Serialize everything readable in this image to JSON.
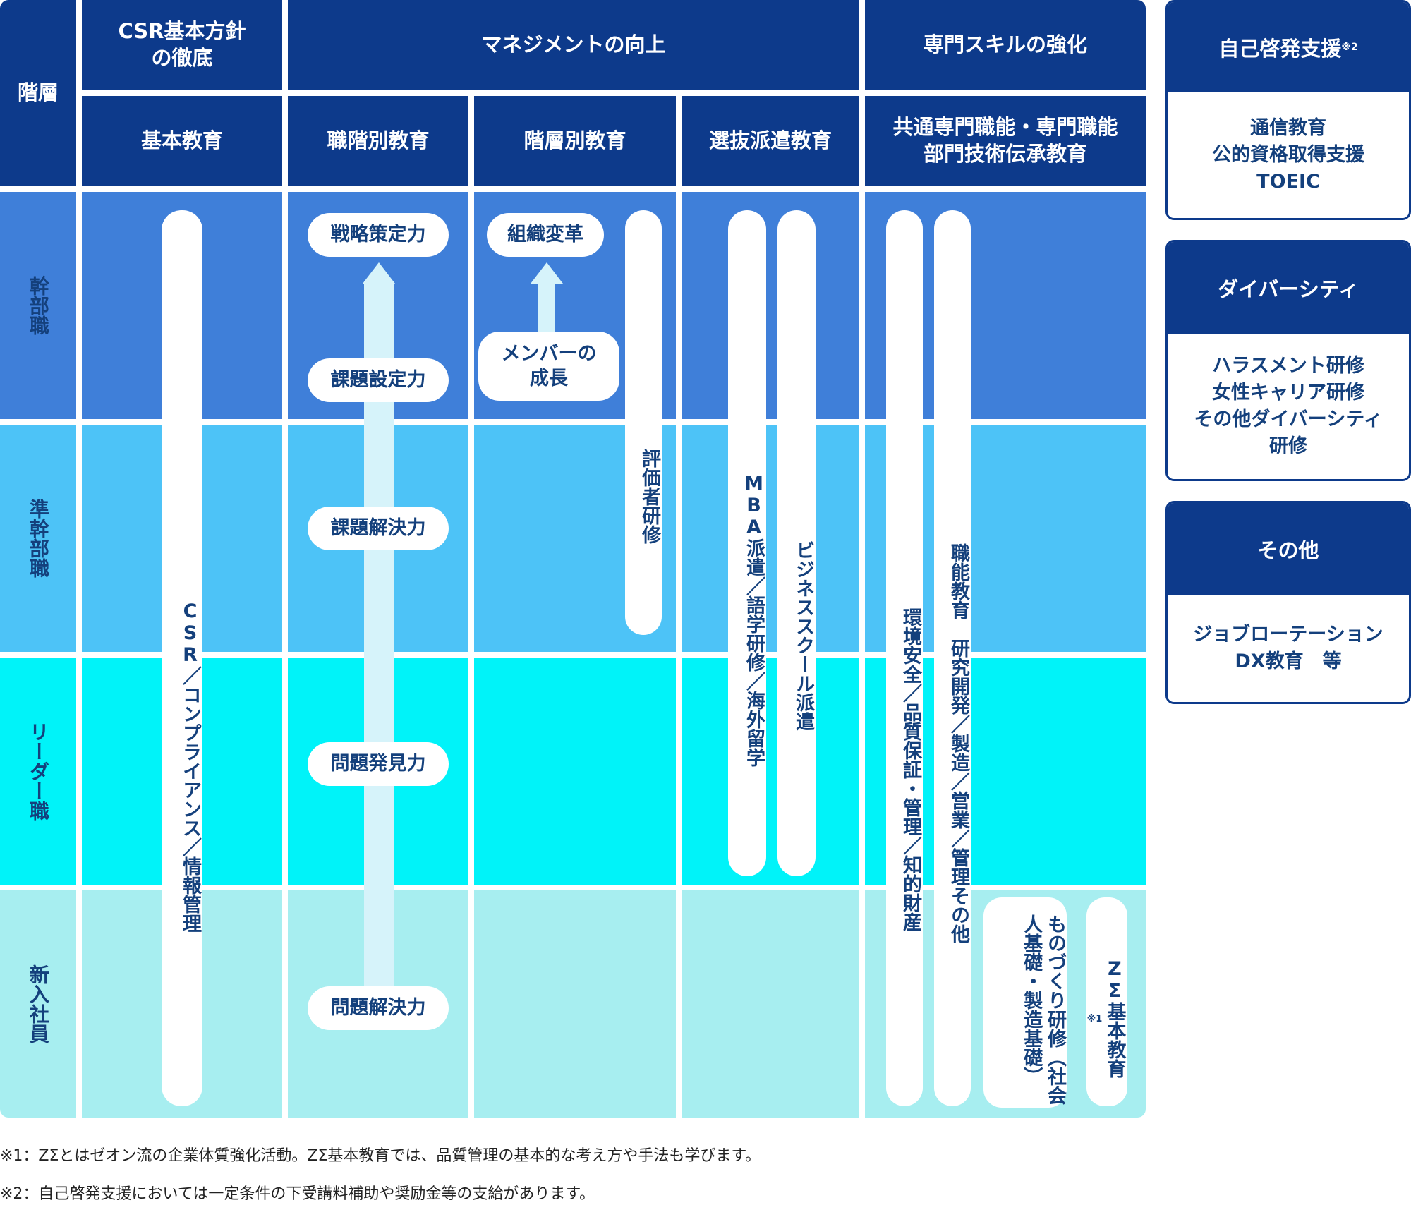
{
  "header": {
    "tier_label": "階層",
    "group1": "CSR基本方針\nの徹底",
    "group2": "マネジメントの向上",
    "group3": "専門スキルの強化",
    "col_basic": "基本教育",
    "col_job_grade": "職階別教育",
    "col_tier": "階層別教育",
    "col_selection": "選抜派遣教育",
    "col_specialty": "共通専門職能・専門職能\n部門技術伝承教育"
  },
  "rows": [
    {
      "label": "幹部職",
      "color": "#3f7fd9"
    },
    {
      "label": "準幹部職",
      "color": "#4dc3f7"
    },
    {
      "label": "リーダー職",
      "color": "#00f3f9"
    },
    {
      "label": "新入社員",
      "color": "#a7eef0"
    }
  ],
  "cells": {
    "csr_compliance": "CSR／コンプライアンス／情報管理",
    "job_grade_steps": [
      "戦略策定力",
      "課題設定力",
      "課題解決力",
      "問題発見力",
      "問題解決力"
    ],
    "org_change": "組織変革",
    "member_growth": "メンバーの\n成長",
    "evaluator": "評価者研修",
    "mba": "MBA派遣／語学研修／海外留学",
    "business_school": "ビジネススクール派遣",
    "environment": "環境安全／品質保証・管理／知的財産",
    "functional": "職能教育　研究開発／製造／営業／管理その他",
    "monozukuri": "ものづくり研修（社会人基礎・製造基礎）",
    "zsigma": "ZΣ基本教育",
    "zsigma_mark": "※1"
  },
  "side": {
    "self_dev": {
      "title": "自己啓発支援",
      "mark": "※2",
      "items": [
        "通信教育",
        "公的資格取得支援",
        "TOEIC"
      ]
    },
    "diversity": {
      "title": "ダイバーシティ",
      "items": [
        "ハラスメント研修",
        "女性キャリア研修",
        "その他ダイバーシティ",
        "研修"
      ]
    },
    "other": {
      "title": "その他",
      "items": [
        "ジョブローテーション",
        "DX教育　等"
      ]
    }
  },
  "notes": [
    "※1：ZΣとはゼオン流の企業体質強化活動。ZΣ基本教育では、品質管理の基本的な考え方や手法も学びます。",
    "※2：自己啓発支援においては一定条件の下受講料補助や奨励金等の支給があります。"
  ],
  "colors": {
    "header": "#0d3a8b",
    "text": "#14407c",
    "arrow": "#d6f3fa"
  }
}
